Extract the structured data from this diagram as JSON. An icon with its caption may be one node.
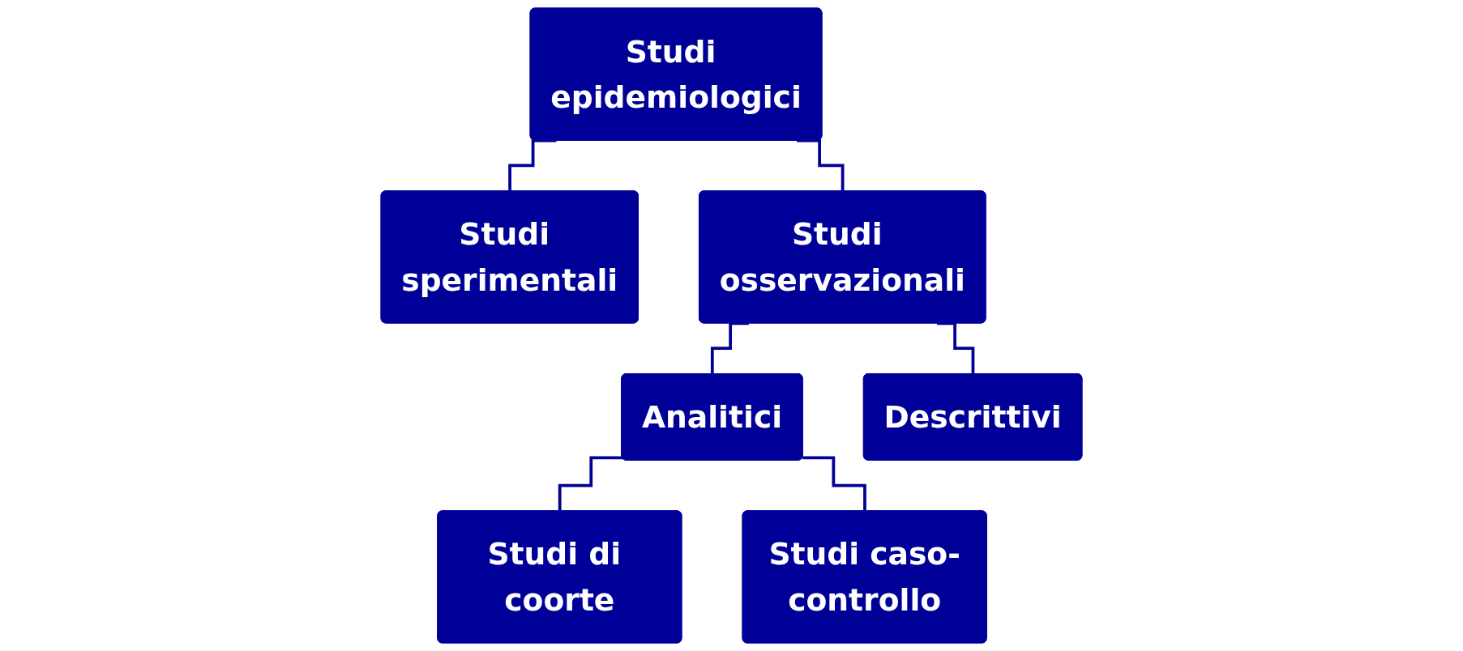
{
  "diagram": {
    "nodes": [
      {
        "text": [
          "Studi epidemiologici"
        ]
      },
      {
        "text": [
          "Studi sperimentali"
        ]
      },
      {
        "text": [
          "Studi osservazionali"
        ]
      },
      {
        "text": [
          "Analitici"
        ]
      },
      {
        "text": [
          "Descrittivi"
        ]
      },
      {
        "text": [
          "Studi di coorte"
        ]
      },
      {
        "text": [
          "Studi caso-controllo"
        ]
      }
    ],
    "edges": [
      {
        "from": 0,
        "to": 1,
        "arrow": "none"
      },
      {
        "from": 0,
        "to": 2,
        "arrow": "none"
      },
      {
        "from": 2,
        "to": 3,
        "arrow": "none"
      },
      {
        "from": 2,
        "to": 4,
        "arrow": "none"
      },
      {
        "from": 3,
        "to": 5,
        "arrow": "none"
      },
      {
        "from": 3,
        "to": 6,
        "arrow": "none"
      }
    ]
  }
}
